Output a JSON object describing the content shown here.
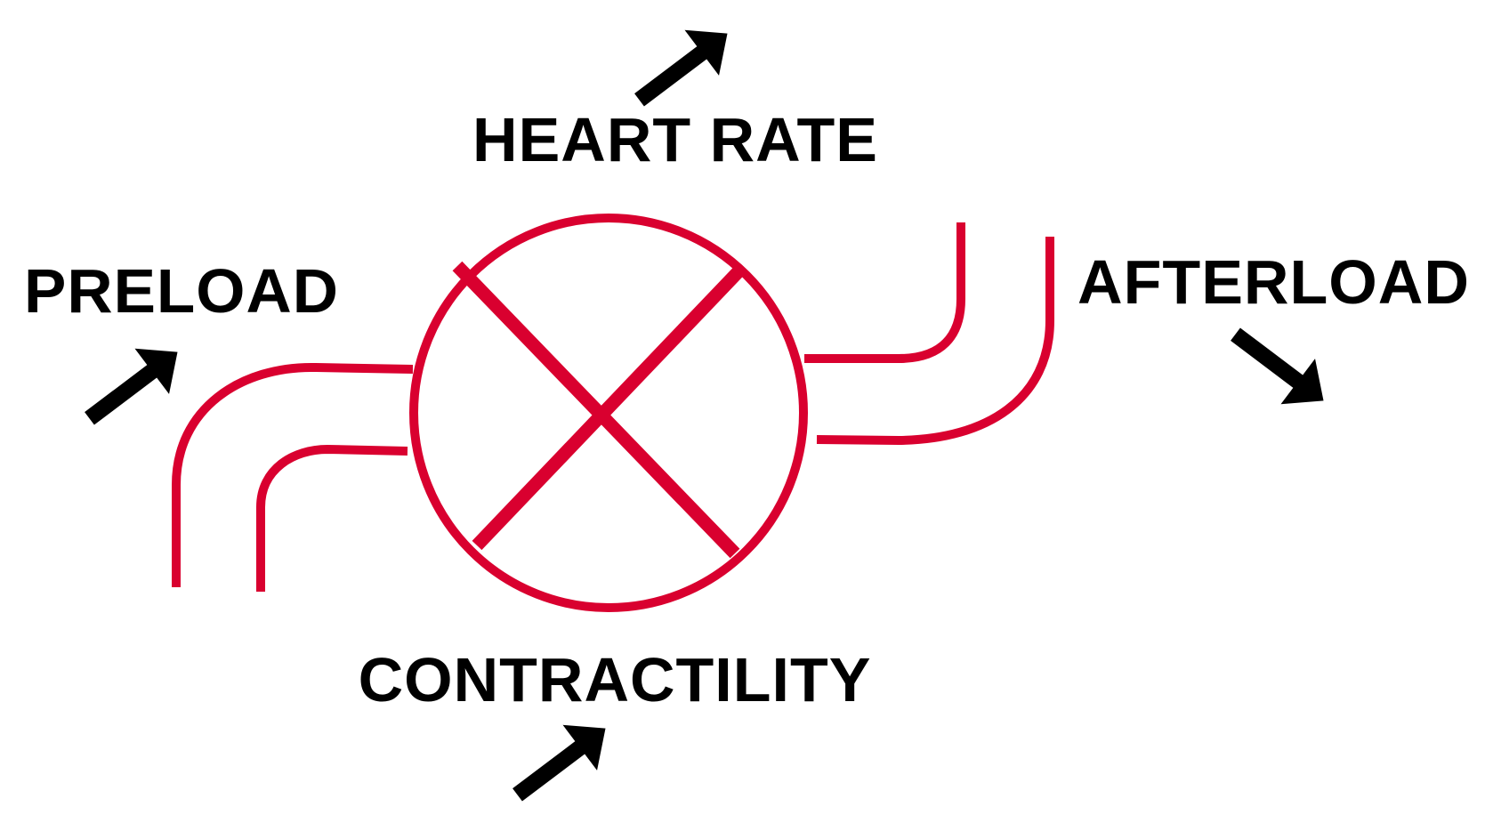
{
  "labels": {
    "heart_rate": "HEART RATE",
    "preload": "PRELOAD",
    "afterload": "AFTERLOAD",
    "contractility": "CONTRACTILITY"
  },
  "arrows": {
    "heart_rate": "up-right",
    "preload": "up-right",
    "afterload": "down-right",
    "contractility": "up-right"
  },
  "colors": {
    "pump": "#D9002F",
    "arrow": "#000000",
    "text": "#000000",
    "background": "#FFFFFF"
  },
  "icons": [
    "arrow-up-right-icon",
    "arrow-down-right-icon",
    "pump-circle-icon"
  ]
}
